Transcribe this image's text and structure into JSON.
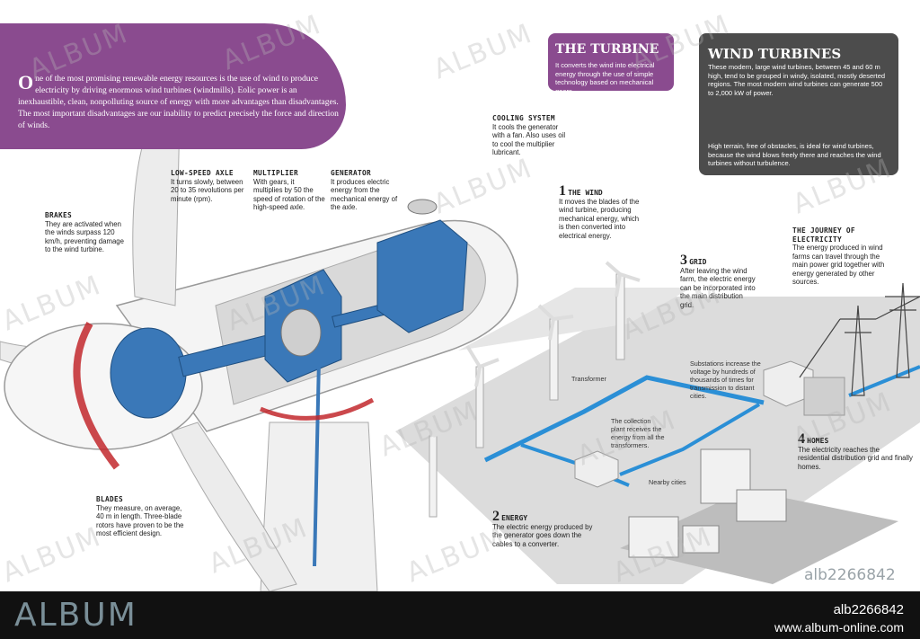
{
  "intro": {
    "dropcap": "O",
    "text": "ne of the most promising renewable energy resources is the use of wind to produce electricity by driving enormous wind turbines (windmills). Eolic power is an inexhaustible, clean, nonpolluting source of energy with more advantages than disadvantages. The most important disadvantages are our inability to predict precisely the force and direction of winds."
  },
  "turbine_box": {
    "title": "THE TURBINE",
    "text": "It converts the wind into electrical energy through the use of simple technology based on mechanical gears."
  },
  "wind_turbines_box": {
    "title": "WIND TURBINES",
    "text_a": "These modern, large wind turbines, between 45 and 60 m high, tend to be grouped in windy, isolated, mostly deserted regions. The most modern wind turbines can generate 500 to 2,000 kW of power.",
    "text_b": "High terrain, free of obstacles, is ideal for wind turbines, because the wind blows freely there and reaches the wind turbines without turbulence."
  },
  "labels": {
    "brakes": {
      "title": "BRAKES",
      "text": "They are activated when the winds surpass 120 km/h, preventing damage to the wind turbine."
    },
    "low_speed_axle": {
      "title": "LOW-SPEED AXLE",
      "text": "It turns slowly, between 20 to 35 revolutions per minute (rpm)."
    },
    "multiplier": {
      "title": "MULTIPLIER",
      "text": "With gears, it multiplies by 50 the speed of rotation of the high-speed axle."
    },
    "generator": {
      "title": "GENERATOR",
      "text": "It produces electric energy from the mechanical energy of the axle."
    },
    "cooling_system": {
      "title": "COOLING SYSTEM",
      "text": "It cools the generator with a fan. Also uses oil to cool the multiplier lubricant."
    },
    "blades": {
      "title": "BLADES",
      "text": "They measure, on average, 40 m in length. Three-blade rotors have proven to be the most efficient design."
    },
    "journey": {
      "title": "THE JOURNEY OF ELECTRICITY",
      "text": "The energy produced in wind farms can travel through the main power grid together with energy generated by other sources."
    }
  },
  "steps": [
    {
      "num": "1",
      "title": "THE WIND",
      "text": "It moves the blades of the wind turbine, producing mechanical energy, which is then converted into electrical energy."
    },
    {
      "num": "2",
      "title": "ENERGY",
      "text": "The electric energy produced by the generator goes down the cables to a converter."
    },
    {
      "num": "3",
      "title": "GRID",
      "text": "After leaving the wind farm, the electric energy can be incorporated into the main distribution grid."
    },
    {
      "num": "4",
      "title": "HOMES",
      "text": "The electricity reaches the residential distribution grid and finally homes."
    }
  ],
  "small": {
    "transformer": "Transformer",
    "collection": "The collection plant receives the energy from all the transformers.",
    "substations": "Substations increase the voltage by hundreds of thousands of times for transmission to distant cities.",
    "nearby": "Nearby cities"
  },
  "watermark": "ALBUM",
  "image_code": "alb2266842",
  "footer": {
    "logo": "ALBUM",
    "code": "alb2266842",
    "url": "www.album-online.com"
  },
  "colors": {
    "purple": "#8a4b8f",
    "dark_box": "#4c4c4c",
    "blue_parts": "#3a78b8",
    "grid_line": "#2b8fd6"
  }
}
